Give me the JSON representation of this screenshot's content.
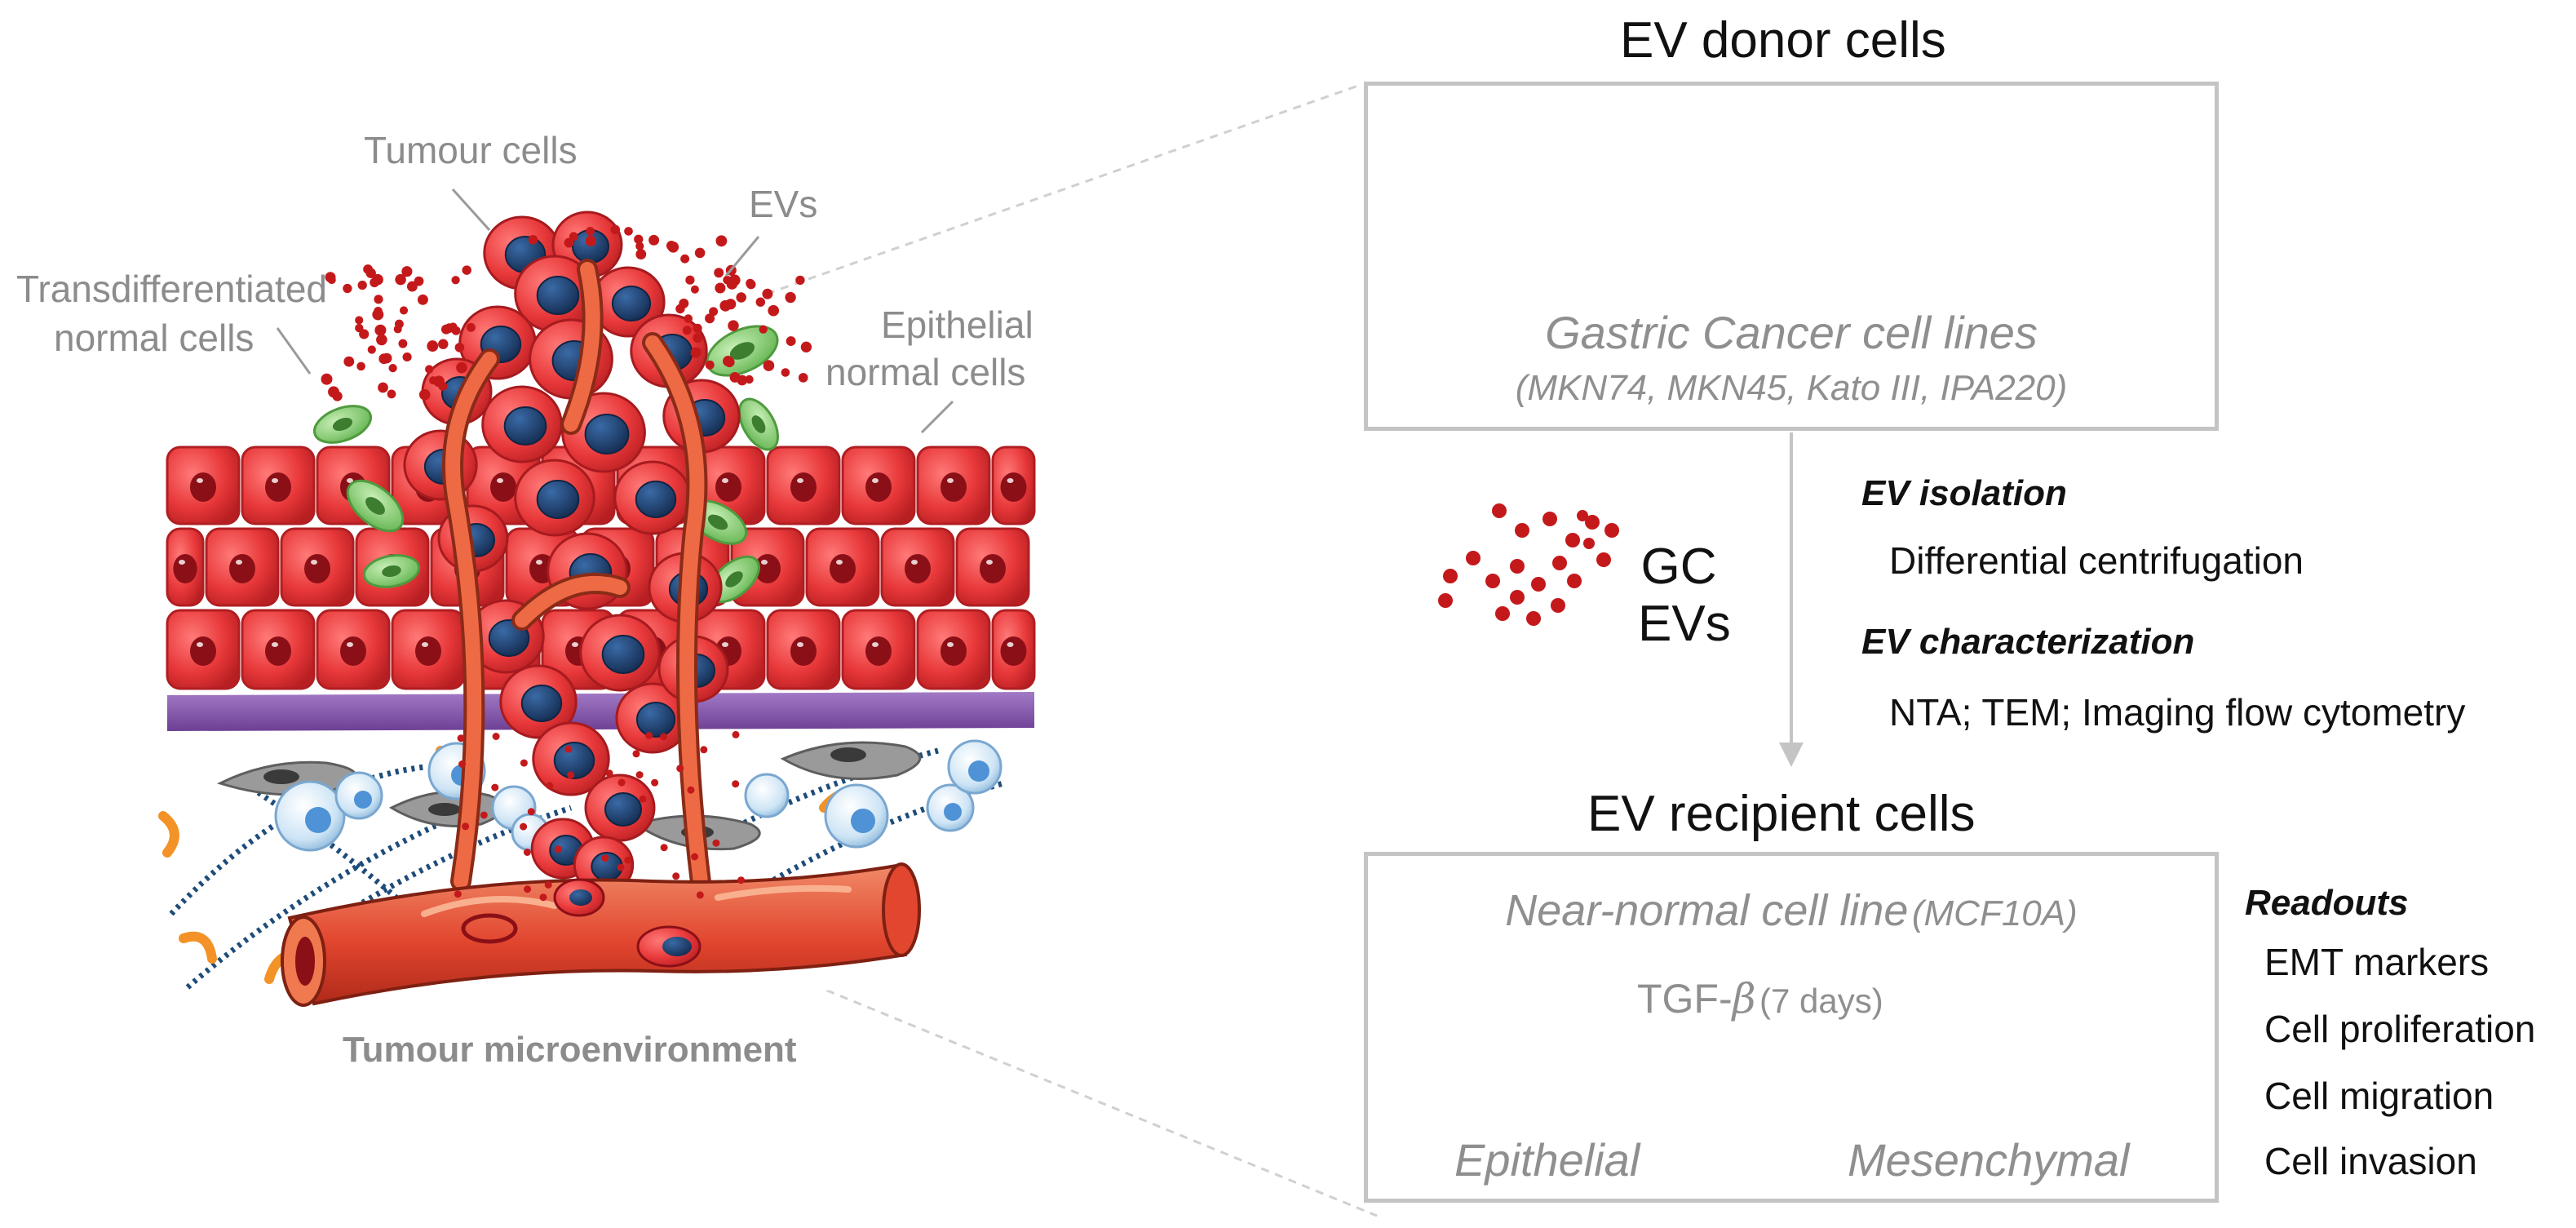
{
  "tme": {
    "caption": "Tumour microenvironment",
    "labels": {
      "tumour_cells": "Tumour cells",
      "evs": "EVs",
      "transdiff_1": "Transdifferentiated",
      "transdiff_2": "normal cells",
      "epithelial_1": "Epithelial",
      "epithelial_2": "normal cells"
    }
  },
  "donor": {
    "title": "EV donor cells",
    "line1": "Gastric Cancer cell lines",
    "line2": "(MKN74, MKN45, Kato III, IPA220)"
  },
  "evs": {
    "line1": "GC",
    "line2": "EVs"
  },
  "methods": {
    "isolation_title": "EV isolation",
    "isolation_text": "Differential centrifugation",
    "characterization_title": "EV characterization",
    "characterization_text": "NTA; TEM; Imaging flow cytometry"
  },
  "recipient": {
    "title": "EV recipient cells",
    "line_main": "Near-normal cell line",
    "line_paren": "(MCF10A)",
    "arrow_label": "TGF-",
    "arrow_symbol": "β",
    "arrow_paren": "(7 days)",
    "left_label": "Epithelial",
    "right_label": "Mesenchymal"
  },
  "readouts": {
    "title": "Readouts",
    "items": [
      "EMT markers",
      "Cell proliferation",
      "Cell migration",
      "Cell invasion"
    ]
  },
  "colors": {
    "cell_red": "#e8383a",
    "nucleus_navy": "#1c3f6e",
    "normal_green": "#8fd27e",
    "membrane_purple": "#8b5fb0",
    "vessel_orange": "#e86a45",
    "ev_dot": "#c4191b",
    "box_border": "#c4c4c4",
    "guide_gray": "#d0d0d0"
  }
}
